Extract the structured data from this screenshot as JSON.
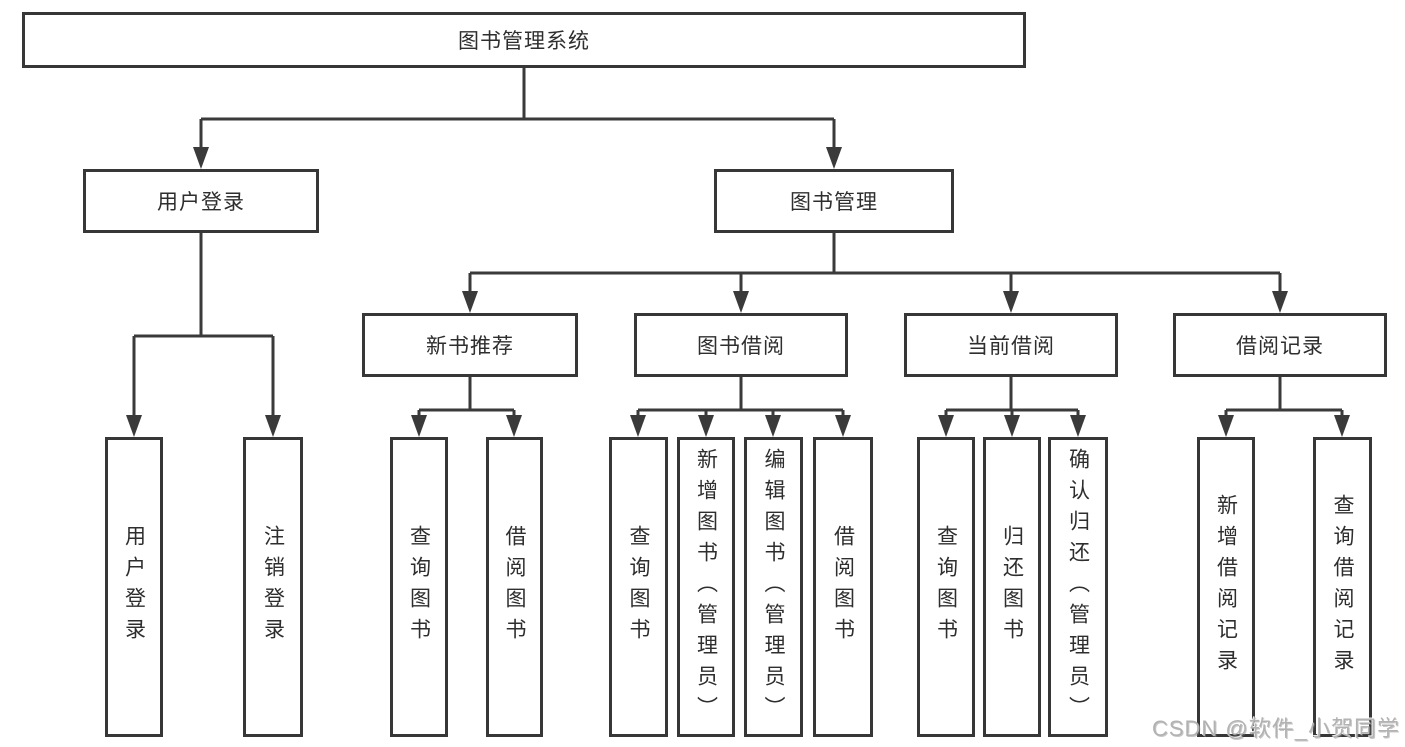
{
  "tree": {
    "root": {
      "label": "图书管理系统"
    },
    "branches": [
      {
        "label": "用户登录",
        "children": [
          {
            "label": "用户登录"
          },
          {
            "label": "注销登录"
          }
        ]
      },
      {
        "label": "图书管理",
        "children": [
          {
            "label": "新书推荐",
            "children": [
              {
                "label": "查询图书"
              },
              {
                "label": "借阅图书"
              }
            ]
          },
          {
            "label": "图书借阅",
            "children": [
              {
                "label": "查询图书"
              },
              {
                "label": "新增图书（管理员）"
              },
              {
                "label": "编辑图书（管理员）"
              },
              {
                "label": "借阅图书"
              }
            ]
          },
          {
            "label": "当前借阅",
            "children": [
              {
                "label": "查询图书"
              },
              {
                "label": "归还图书"
              },
              {
                "label": "确认归还（管理员）"
              }
            ]
          },
          {
            "label": "借阅记录",
            "children": [
              {
                "label": "新增借阅记录"
              },
              {
                "label": "查询借阅记录"
              }
            ]
          }
        ]
      }
    ]
  },
  "watermark": {
    "text": "CSDN @软件_小贺同学"
  },
  "colors": {
    "line": "#3a3a3a",
    "border": "#373737",
    "ink": "#2e2e2e",
    "watermark": "#b2b2b2",
    "bg": "#ffffff"
  }
}
